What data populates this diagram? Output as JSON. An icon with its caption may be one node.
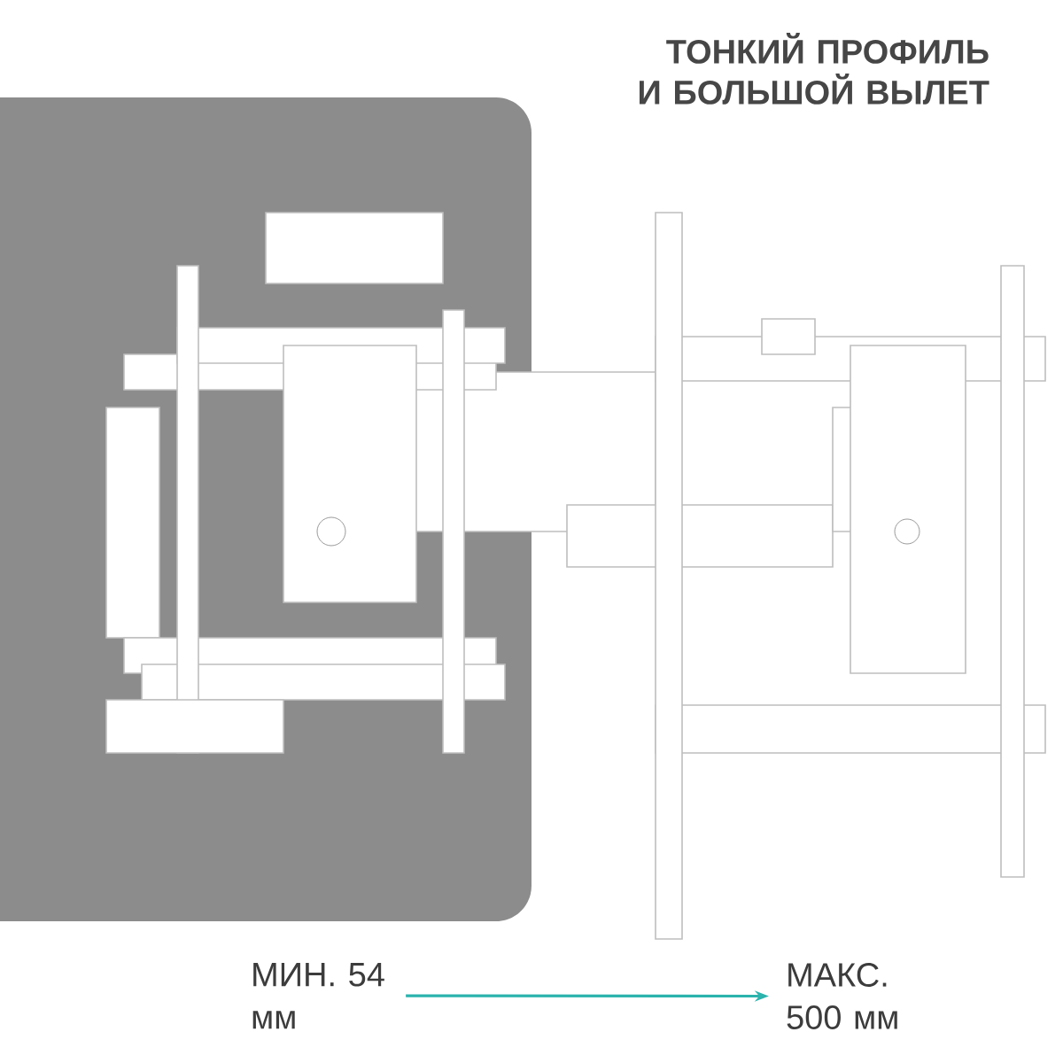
{
  "diagram": {
    "title": "ТОНКИЙ ПРОФИЛЬ И БОЛЬШОЙ ВЫЛЕТ",
    "nodes": [
      {
        "text": [
          "МИН. 54 мм"
        ]
      },
      {
        "text": [
          "МАКС. 500 мм"
        ]
      }
    ],
    "edges": [
      {
        "from": 0,
        "to": 1,
        "arrow": "to",
        "color": "#2bb3ad"
      }
    ]
  }
}
